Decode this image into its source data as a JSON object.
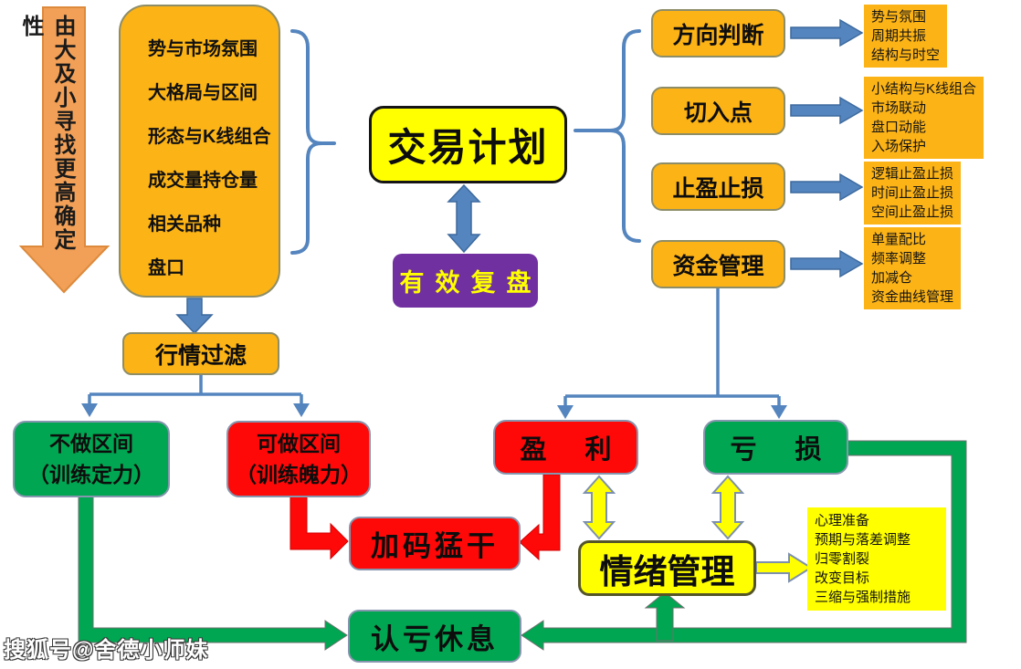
{
  "colors": {
    "orange": "#FCB316",
    "yellow": "#FFFF00",
    "green": "#00A651",
    "red": "#FE0808",
    "purple": "#7030A0",
    "blue": "#5585BE",
    "left_arrow_orange": "#F2A057"
  },
  "left_guide": {
    "text": "由大及小寻找更高确定性"
  },
  "analysis_list": {
    "items": [
      "势与市场氛围",
      "大格局与区间",
      "形态与K线组合",
      "成交量持仓量",
      "相关品种",
      "盘口"
    ]
  },
  "center": {
    "plan_label": "交易计划",
    "review_label": "有效复盘"
  },
  "plan_components": [
    {
      "label": "方向判断",
      "details": [
        "势与氛围",
        "周期共振",
        "结构与时空"
      ]
    },
    {
      "label": "切入点",
      "details": [
        "小结构与K线组合",
        "市场联动",
        "盘口动能",
        "入场保护"
      ]
    },
    {
      "label": "止盈止损",
      "details": [
        "逻辑止盈止损",
        "时间止盈止损",
        "空间止盈止损"
      ]
    },
    {
      "label": "资金管理",
      "details": [
        "单量配比",
        "频率调整",
        "加减仓",
        "资金曲线管理"
      ]
    }
  ],
  "filter": {
    "label": "行情过滤"
  },
  "zones": {
    "no_trade": {
      "line1": "不做区间",
      "line2": "（训练定力）"
    },
    "tradable": {
      "line1": "可做区间",
      "line2": "（训练魄力）"
    }
  },
  "outcomes": {
    "profit_label": "盈利",
    "loss_label": "亏损"
  },
  "actions": {
    "add_label": "加码猛干",
    "rest_label": "认亏休息"
  },
  "emotion": {
    "label": "情绪管理",
    "details": [
      "心理准备",
      "预期与落差调整",
      "归零割裂",
      "改变目标",
      "三缩与强制措施"
    ]
  },
  "watermark": "搜狐号@舍德小师妹"
}
